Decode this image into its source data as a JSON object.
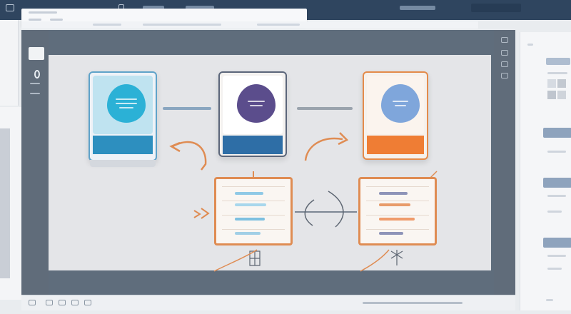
{
  "colors": {
    "topbar": "#2f455f",
    "canvas": "#e4e5e8",
    "accent_blue": "#2d8fbf",
    "accent_purple": "#5b4d8c",
    "accent_orange": "#ef7d34",
    "connector_orange": "#df8c53"
  },
  "icons": {
    "topbar": [
      "window-icon",
      "tab-icon",
      "tab-icon",
      "tab-icon"
    ],
    "sidebar": [
      "pointer-tool-icon",
      "lasso-tool-icon"
    ],
    "bottom": [
      "page-icon",
      "folder-icon",
      "camera-icon",
      "grid-icon"
    ]
  },
  "flow": {
    "cards": [
      {
        "id": "step-1",
        "color": "blue"
      },
      {
        "id": "step-2",
        "color": "purple"
      },
      {
        "id": "step-3",
        "color": "orange"
      }
    ],
    "documents": [
      {
        "id": "doc-1",
        "rows": 4
      },
      {
        "id": "doc-2",
        "rows": 4
      }
    ]
  }
}
